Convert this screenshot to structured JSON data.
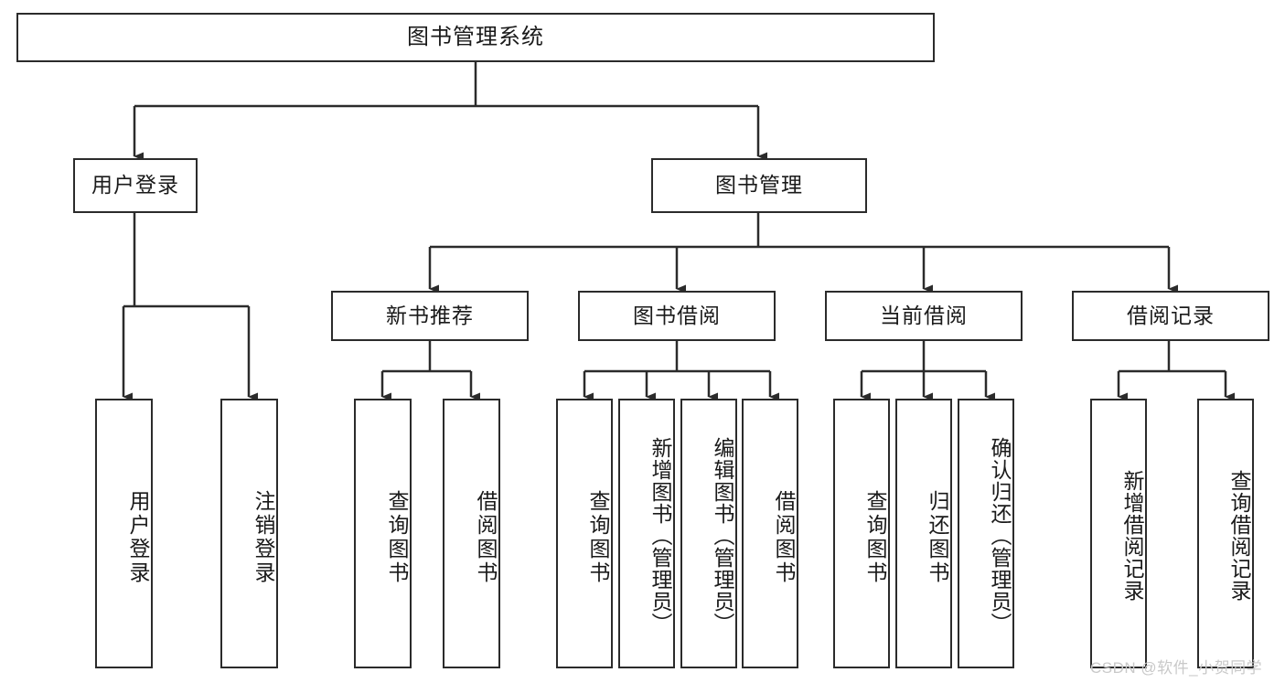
{
  "diagram": {
    "type": "tree",
    "title": "图书管理系统",
    "root": {
      "label": "图书管理系统"
    },
    "level1": [
      {
        "label": "用户登录"
      },
      {
        "label": "图书管理"
      }
    ],
    "level2": [
      {
        "label": "新书推荐"
      },
      {
        "label": "图书借阅"
      },
      {
        "label": "当前借阅"
      },
      {
        "label": "借阅记录"
      }
    ],
    "leaves": {
      "user_login": [
        {
          "label": "用户登录"
        },
        {
          "label": "注销登录"
        }
      ],
      "new_book_recommend": [
        {
          "label": "查询图书"
        },
        {
          "label": "借阅图书"
        }
      ],
      "book_borrow": [
        {
          "label": "查询图书"
        },
        {
          "label": "新增图书（管理员）"
        },
        {
          "label": "编辑图书（管理员）"
        },
        {
          "label": "借阅图书"
        }
      ],
      "current_borrow": [
        {
          "label": "查询图书"
        },
        {
          "label": "归还图书"
        },
        {
          "label": "确认归还（管理员）"
        }
      ],
      "borrow_record": [
        {
          "label": "新增借阅记录"
        },
        {
          "label": "查询借阅记录"
        }
      ]
    }
  },
  "watermark": {
    "text": "CSDN @软件_小贺同学"
  },
  "colors": {
    "line": "#2b2b2b",
    "box_border": "#2b2b2b",
    "box_fill": "#ffffff",
    "text": "#1a1a1a",
    "watermark": "#c9c9c9"
  }
}
